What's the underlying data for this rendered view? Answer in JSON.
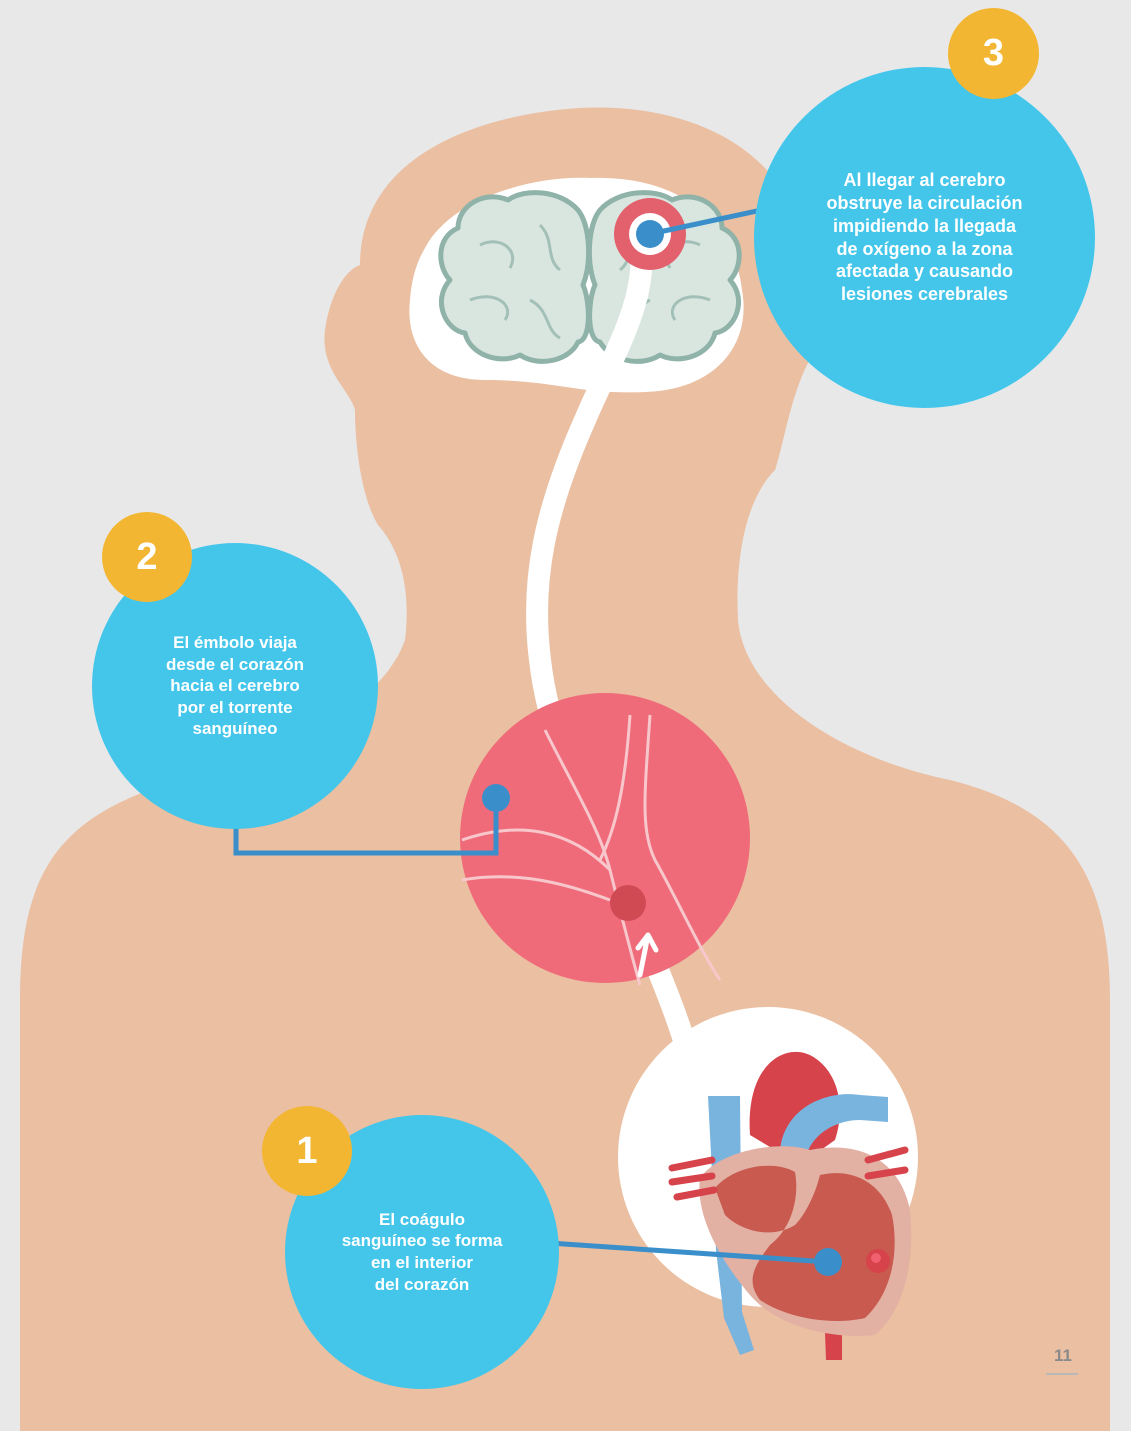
{
  "steps": [
    {
      "number": "1",
      "text": "El coágulo\nsanguíneo se forma\nen el interior\ndel corazón"
    },
    {
      "number": "2",
      "text": "El émbolo viaja\ndesde el corazón\nhacia el cerebro\npor el torrente\nsanguíneo"
    },
    {
      "number": "3",
      "text": "Al llegar al cerebro\nobstruye la circulación\nimpidiendo la llegada\nde oxígeno a la zona\nafectada y causando\nlesiones cerebrales"
    }
  ],
  "page_number": "11",
  "colors": {
    "background": "#e8e8e9",
    "skin": "#ebbfa1",
    "bubble": "#44c6ea",
    "badge": "#f2b632",
    "connector": "#3a8fcb",
    "vessel_zoom": "#ef6b7a",
    "clot": "#cf4a52",
    "brain": "#d9e6df",
    "heart": "#c85a4f",
    "aorta": "#d7434a",
    "vein": "#79b4df"
  }
}
